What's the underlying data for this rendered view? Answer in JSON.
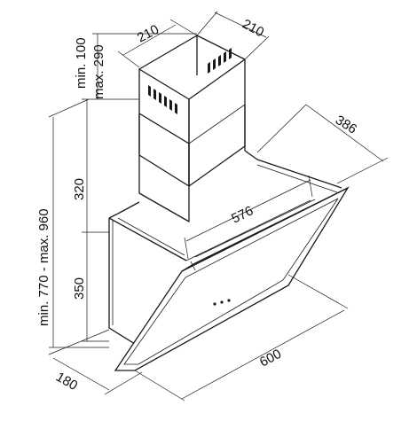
{
  "dimensions": {
    "chimney_width_left": "210",
    "chimney_width_right": "210",
    "chimney_min": "min. 100",
    "chimney_max": "max. 290",
    "depth": "386",
    "chimney_height": "320",
    "inner_width": "576",
    "total_height": "min. 770 - max. 960",
    "body_height": "350",
    "width": "600",
    "body_depth": "180"
  }
}
